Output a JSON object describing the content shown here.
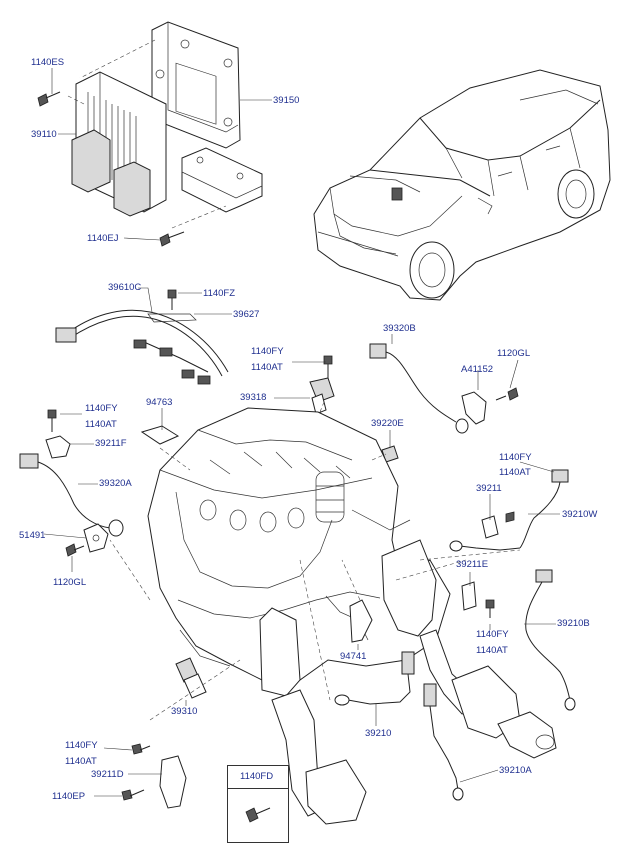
{
  "callouts": {
    "c1140ES": "1140ES",
    "c39150": "39150",
    "c39110": "39110",
    "c1140EJ": "1140EJ",
    "c39610C": "39610C",
    "c1140FZ": "1140FZ",
    "c39627": "39627",
    "c39320B": "39320B",
    "c1140FY_a": "1140FY",
    "c1140AT_a": "1140AT",
    "c1120GL_a": "1120GL",
    "cA41152": "A41152",
    "c39318": "39318",
    "c94763": "94763",
    "c1140FY_b": "1140FY",
    "c1140AT_b": "1140AT",
    "c39211F": "39211F",
    "c39220E": "39220E",
    "c1140FY_c": "1140FY",
    "c1140AT_c": "1140AT",
    "c39320A": "39320A",
    "c39211": "39211",
    "c39210W": "39210W",
    "c51491": "51491",
    "c1120GL_b": "1120GL",
    "c39211E": "39211E",
    "c39210B": "39210B",
    "c1140FY_d": "1140FY",
    "c1140AT_d": "1140AT",
    "c94741": "94741",
    "c39310": "39310",
    "c39210": "39210",
    "c1140FY_e": "1140FY",
    "c1140AT_e": "1140AT",
    "c39211D": "39211D",
    "c1140EP": "1140EP",
    "c39210A": "39210A",
    "c1140FD": "1140FD"
  }
}
